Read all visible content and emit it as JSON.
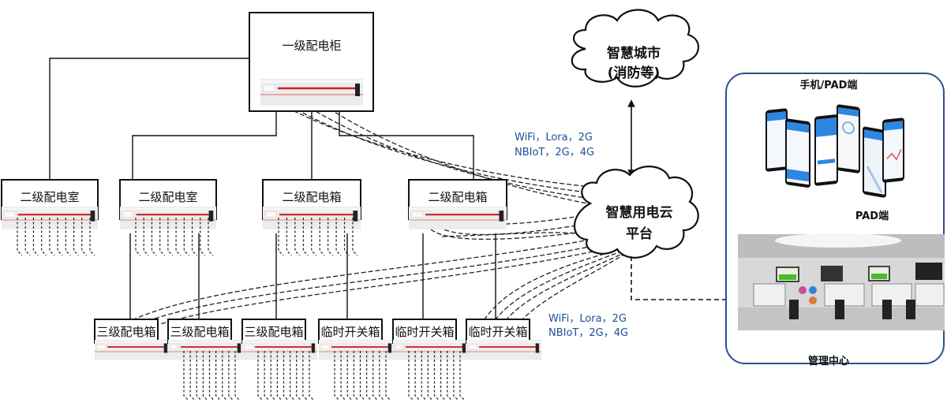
{
  "diagram": {
    "primary_cabinet": {
      "label": "一级配电柜"
    },
    "secondary": [
      {
        "label": "二级配电室"
      },
      {
        "label": "二级配电室"
      },
      {
        "label": "二级配电箱"
      },
      {
        "label": "二级配电箱"
      }
    ],
    "tertiary": [
      {
        "label": "三级配电箱"
      },
      {
        "label": "三级配电箱"
      },
      {
        "label": "三级配电箱"
      },
      {
        "label": "临时开关箱"
      },
      {
        "label": "临时开关箱"
      },
      {
        "label": "临时开关箱"
      }
    ],
    "smart_city_cloud": {
      "line1": "智慧城市",
      "line2": "(消防等)"
    },
    "platform_cloud": {
      "line1": "智慧用电云",
      "line2": "平台"
    },
    "network_label_top": {
      "line1": "WiFi，Lora，2G",
      "line2": "NBIoT，2G，4G"
    },
    "network_label_bottom": {
      "line1": "WiFi，Lora，2G",
      "line2": "NBIoT，2G，4G"
    },
    "client_panel": {
      "mobile_title": "手机/PAD端",
      "pad_title": "PAD端",
      "center_title": "管理中心"
    },
    "colors": {
      "network_text": "#1f4e9a",
      "panel_border": "#2f4f8f",
      "breaker_red": "#d42020",
      "line": "#111111"
    }
  }
}
